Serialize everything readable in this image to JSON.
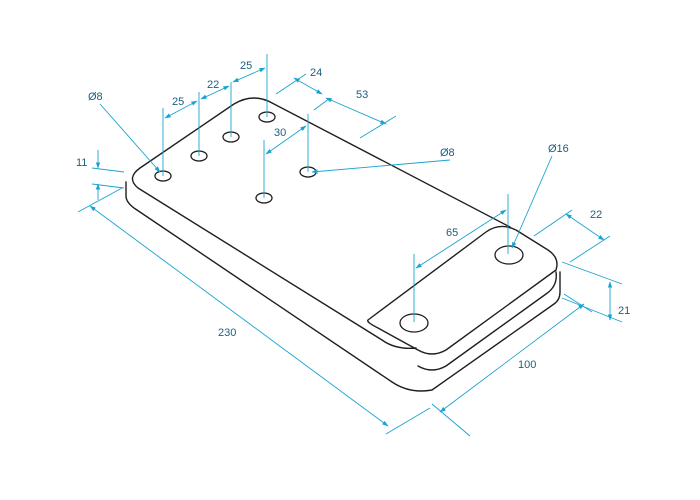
{
  "dimensions": {
    "length": "230",
    "width": "100",
    "thickness": "11",
    "step_height": "21",
    "step_length": "65",
    "step_hole_offset": "22",
    "large_hole_dia": "Ø16",
    "small_hole_dia_left": "Ø8",
    "small_hole_dia_right": "Ø8",
    "spacing_a": "25",
    "spacing_b": "22",
    "spacing_c": "25",
    "spacing_d": "24",
    "spacing_e": "53",
    "spacing_f": "30"
  }
}
